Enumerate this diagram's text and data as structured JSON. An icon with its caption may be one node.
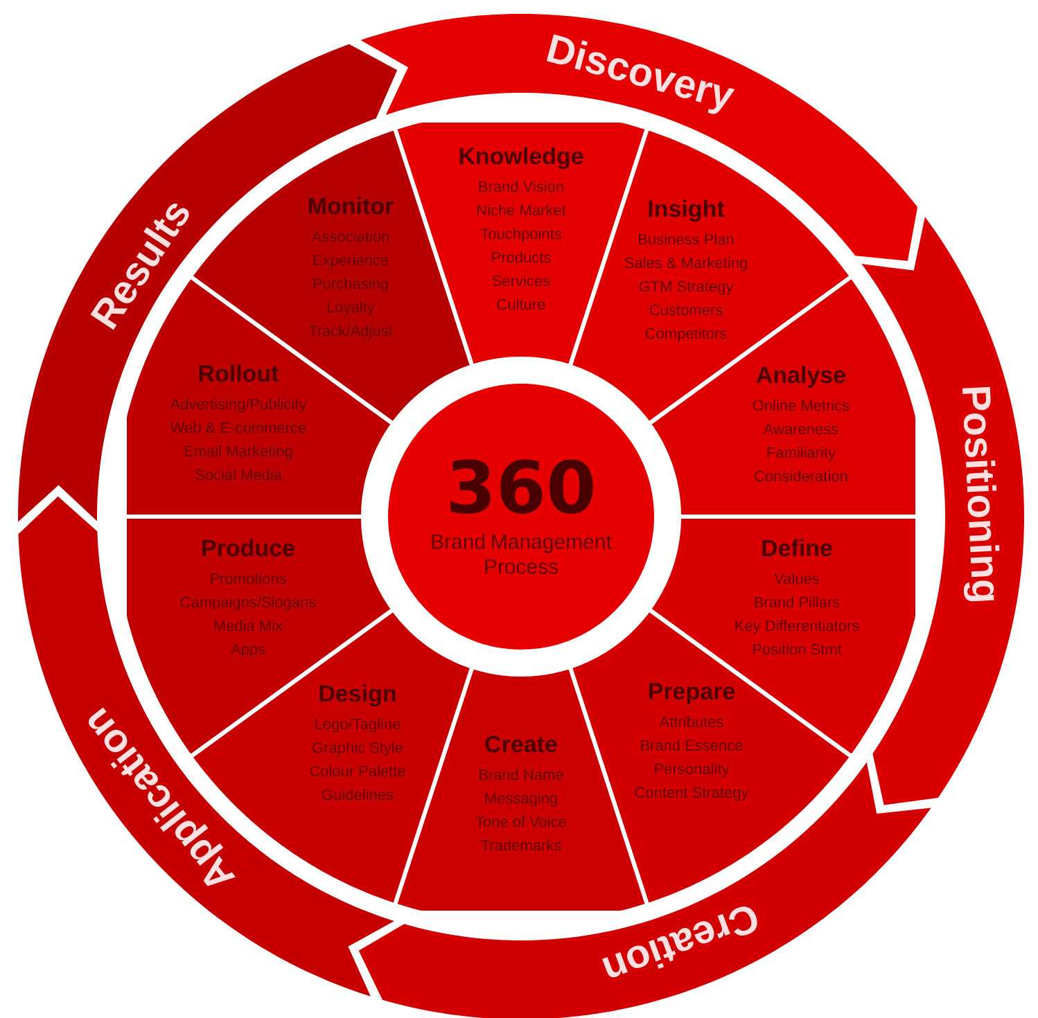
{
  "diagram": {
    "nodes": [
      {
        "text": [
          "Discovery"
        ]
      },
      {
        "text": [
          "Positioning"
        ]
      },
      {
        "text": [
          "Creation"
        ]
      },
      {
        "text": [
          "Application"
        ]
      },
      {
        "text": [
          "Results"
        ]
      },
      {
        "text": [
          "Knowledge",
          "Brand Vision",
          "Niche Market",
          "Touchpoints",
          "Products",
          "Services",
          "Culture"
        ]
      },
      {
        "text": [
          "Insight",
          "Business Plan",
          "Sales & Marketing",
          "GTM Strategy",
          "Customers",
          "Competitors"
        ]
      },
      {
        "text": [
          "Analyse",
          "Online Metrics",
          "Awareness",
          "Familiarity",
          "Consideration"
        ]
      },
      {
        "text": [
          "Define",
          "Values",
          "Brand Pillars",
          "Key Differentiators",
          "Position Stmt"
        ]
      },
      {
        "text": [
          "Prepare",
          "Attributes",
          "Brand Essence",
          "Personality",
          "Content Strategy"
        ]
      },
      {
        "text": [
          "Create",
          "Brand Name",
          "Messaging",
          "Tone of Voice",
          "Trademarks"
        ]
      },
      {
        "text": [
          "Design",
          "Logo/Tagline",
          "Graphic Style",
          "Colour Palette",
          "Guidelines"
        ]
      },
      {
        "text": [
          "Produce",
          "Promotions",
          "Campaigns/Slogans",
          "Media Mix",
          "Apps"
        ]
      },
      {
        "text": [
          "Rollout",
          "Advertising/Publicity",
          "Web & E-commerce",
          "Email Marketing",
          "Social Media"
        ]
      },
      {
        "text": [
          "Monitor",
          "Association",
          "Experience",
          "Purchasing",
          "Loyalty",
          "Track/Adjust"
        ]
      },
      {
        "text": [
          "360",
          "Brand Management Process"
        ]
      }
    ]
  }
}
